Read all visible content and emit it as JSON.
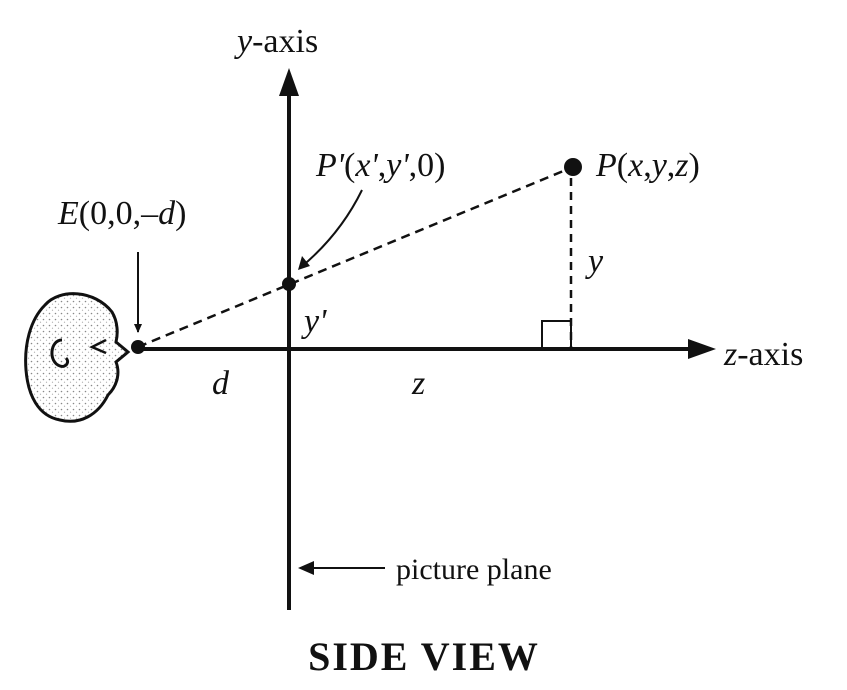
{
  "labels": {
    "y_axis_var": "y",
    "y_axis_suffix": "-axis",
    "z_axis_var": "z",
    "z_axis_suffix": "-axis",
    "eye_point_name": "E",
    "eye_point_coords": "(0,0,–",
    "eye_point_d": "d",
    "eye_point_close": ")",
    "projected_point_name": "P'",
    "projected_point_open": "(",
    "projected_point_x": "x'",
    "projected_point_comma1": ",",
    "projected_point_y": "y'",
    "projected_point_tail": ",0)",
    "point_name": "P",
    "point_open": "(",
    "point_x": "x",
    "point_comma1": ",",
    "point_y": "y",
    "point_comma2": ",",
    "point_z": "z",
    "point_close": ")",
    "height_y": "y",
    "height_y_prime": "y'",
    "distance_d": "d",
    "distance_z": "z",
    "picture_plane": "picture plane",
    "title": "SIDE VIEW"
  },
  "colors": {
    "ink": "#111111",
    "head_shading": "#bdbdbd"
  }
}
